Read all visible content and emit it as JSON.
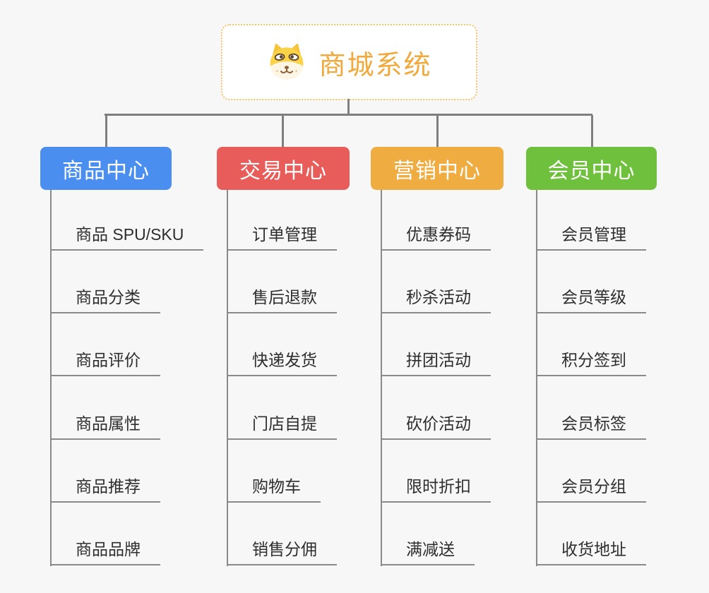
{
  "background_color": "#f7f7f7",
  "connector_color": "#7f7f7f",
  "root": {
    "title": "商城系统",
    "icon": "dog-face-icon",
    "text_color": "#f2a93b",
    "border_color": "#f3c26b"
  },
  "branches": [
    {
      "label": "商品中心",
      "color": "#4a8ff0",
      "items": [
        "商品 SPU/SKU",
        "商品分类",
        "商品评价",
        "商品属性",
        "商品推荐",
        "商品品牌"
      ]
    },
    {
      "label": "交易中心",
      "color": "#e85d59",
      "items": [
        "订单管理",
        "售后退款",
        "快递发货",
        "门店自提",
        "购物车",
        "销售分佣"
      ]
    },
    {
      "label": "营销中心",
      "color": "#efac40",
      "items": [
        "优惠券码",
        "秒杀活动",
        "拼团活动",
        "砍价活动",
        "限时折扣",
        "满减送"
      ]
    },
    {
      "label": "会员中心",
      "color": "#6fc03c",
      "items": [
        "会员管理",
        "会员等级",
        "积分签到",
        "会员标签",
        "会员分组",
        "收货地址"
      ]
    }
  ]
}
